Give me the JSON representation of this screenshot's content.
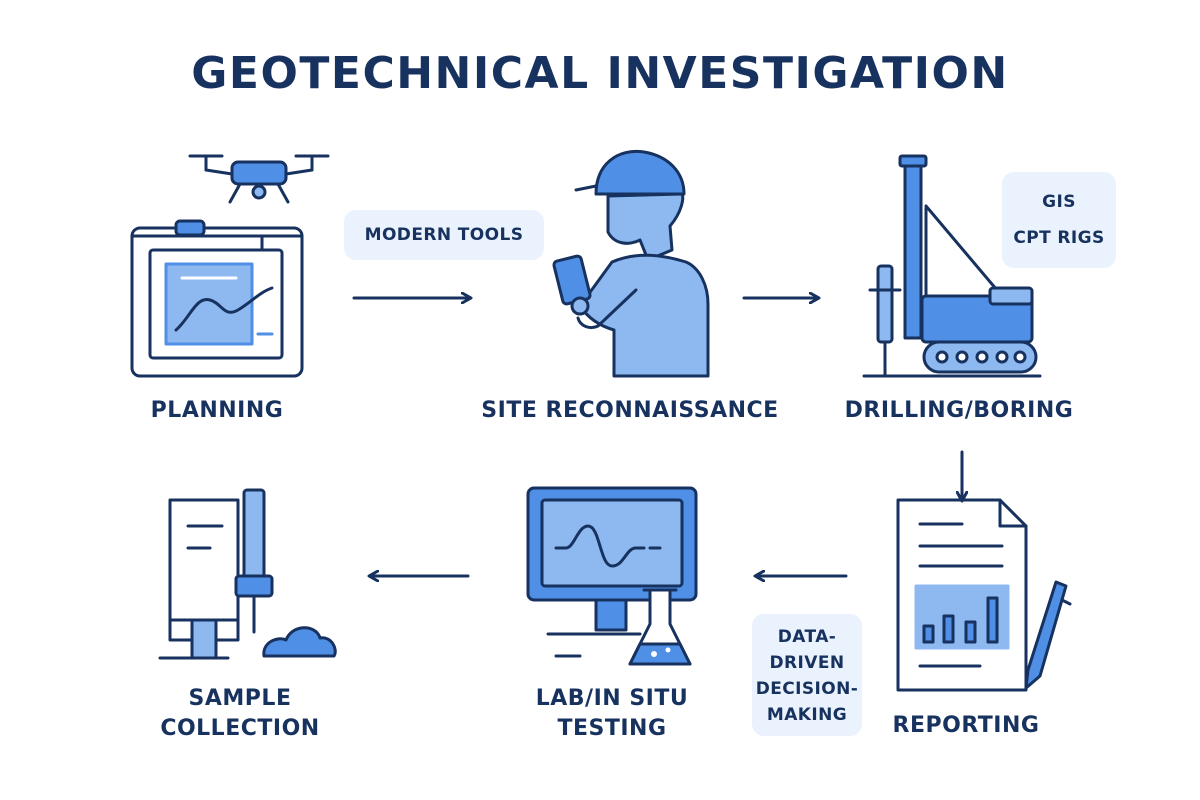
{
  "diagram": {
    "title": "GEOTECHNICAL INVESTIGATION",
    "steps": {
      "planning": "PLANNING",
      "site_reconnaissance": "SITE RECONNAISSANCE",
      "drilling_boring": "DRILLING/BORING",
      "reporting": "REPORTING",
      "lab_testing": [
        "LAB/IN SITU",
        "TESTING"
      ],
      "sample_collection": [
        "SAMPLE",
        "COLLECTION"
      ]
    },
    "tags": {
      "modern_tools": "MODERN TOOLS",
      "gis": "GIS",
      "cpt_rigs": "CPT RIGS",
      "data_driven": [
        "DATA-",
        "DRIVEN",
        "DECISION-",
        "MAKING"
      ]
    },
    "colors": {
      "navy": "#17325f",
      "blue": "#4f8fe6",
      "light_blue": "#8db8f0",
      "tag_bg": "#eaf2fd"
    },
    "icons": [
      "drone-icon",
      "planning-board-icon",
      "engineer-tablet-icon",
      "drilling-rig-icon",
      "report-document-icon",
      "pen-icon",
      "monitor-icon",
      "flask-icon",
      "sample-core-icon",
      "soil-pile-icon"
    ]
  }
}
